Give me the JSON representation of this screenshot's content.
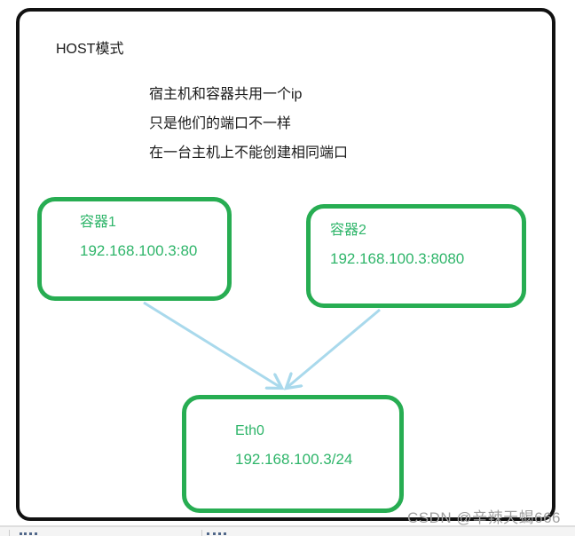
{
  "diagram": {
    "title": "HOST模式",
    "description": {
      "lines": [
        "宿主机和容器共用一个ip",
        "只是他们的端口不一样",
        "在一台主机上不能创建相同端口"
      ]
    },
    "nodes": {
      "container1": {
        "label": "容器1",
        "address": "192.168.100.3:80"
      },
      "container2": {
        "label": "容器2",
        "address": "192.168.100.3:8080"
      },
      "eth0": {
        "label": "Eth0",
        "address": "192.168.100.3/24"
      }
    },
    "edges": [
      {
        "from": "container1",
        "to": "eth0"
      },
      {
        "from": "container2",
        "to": "eth0"
      }
    ]
  },
  "watermark": "CSDN @辛辣天蝎666",
  "colors": {
    "frame_border": "#111111",
    "node_border": "#27ad52",
    "node_text": "#2fb56a",
    "arrow": "#a9d9ec",
    "watermark": "#9f9f9f"
  }
}
